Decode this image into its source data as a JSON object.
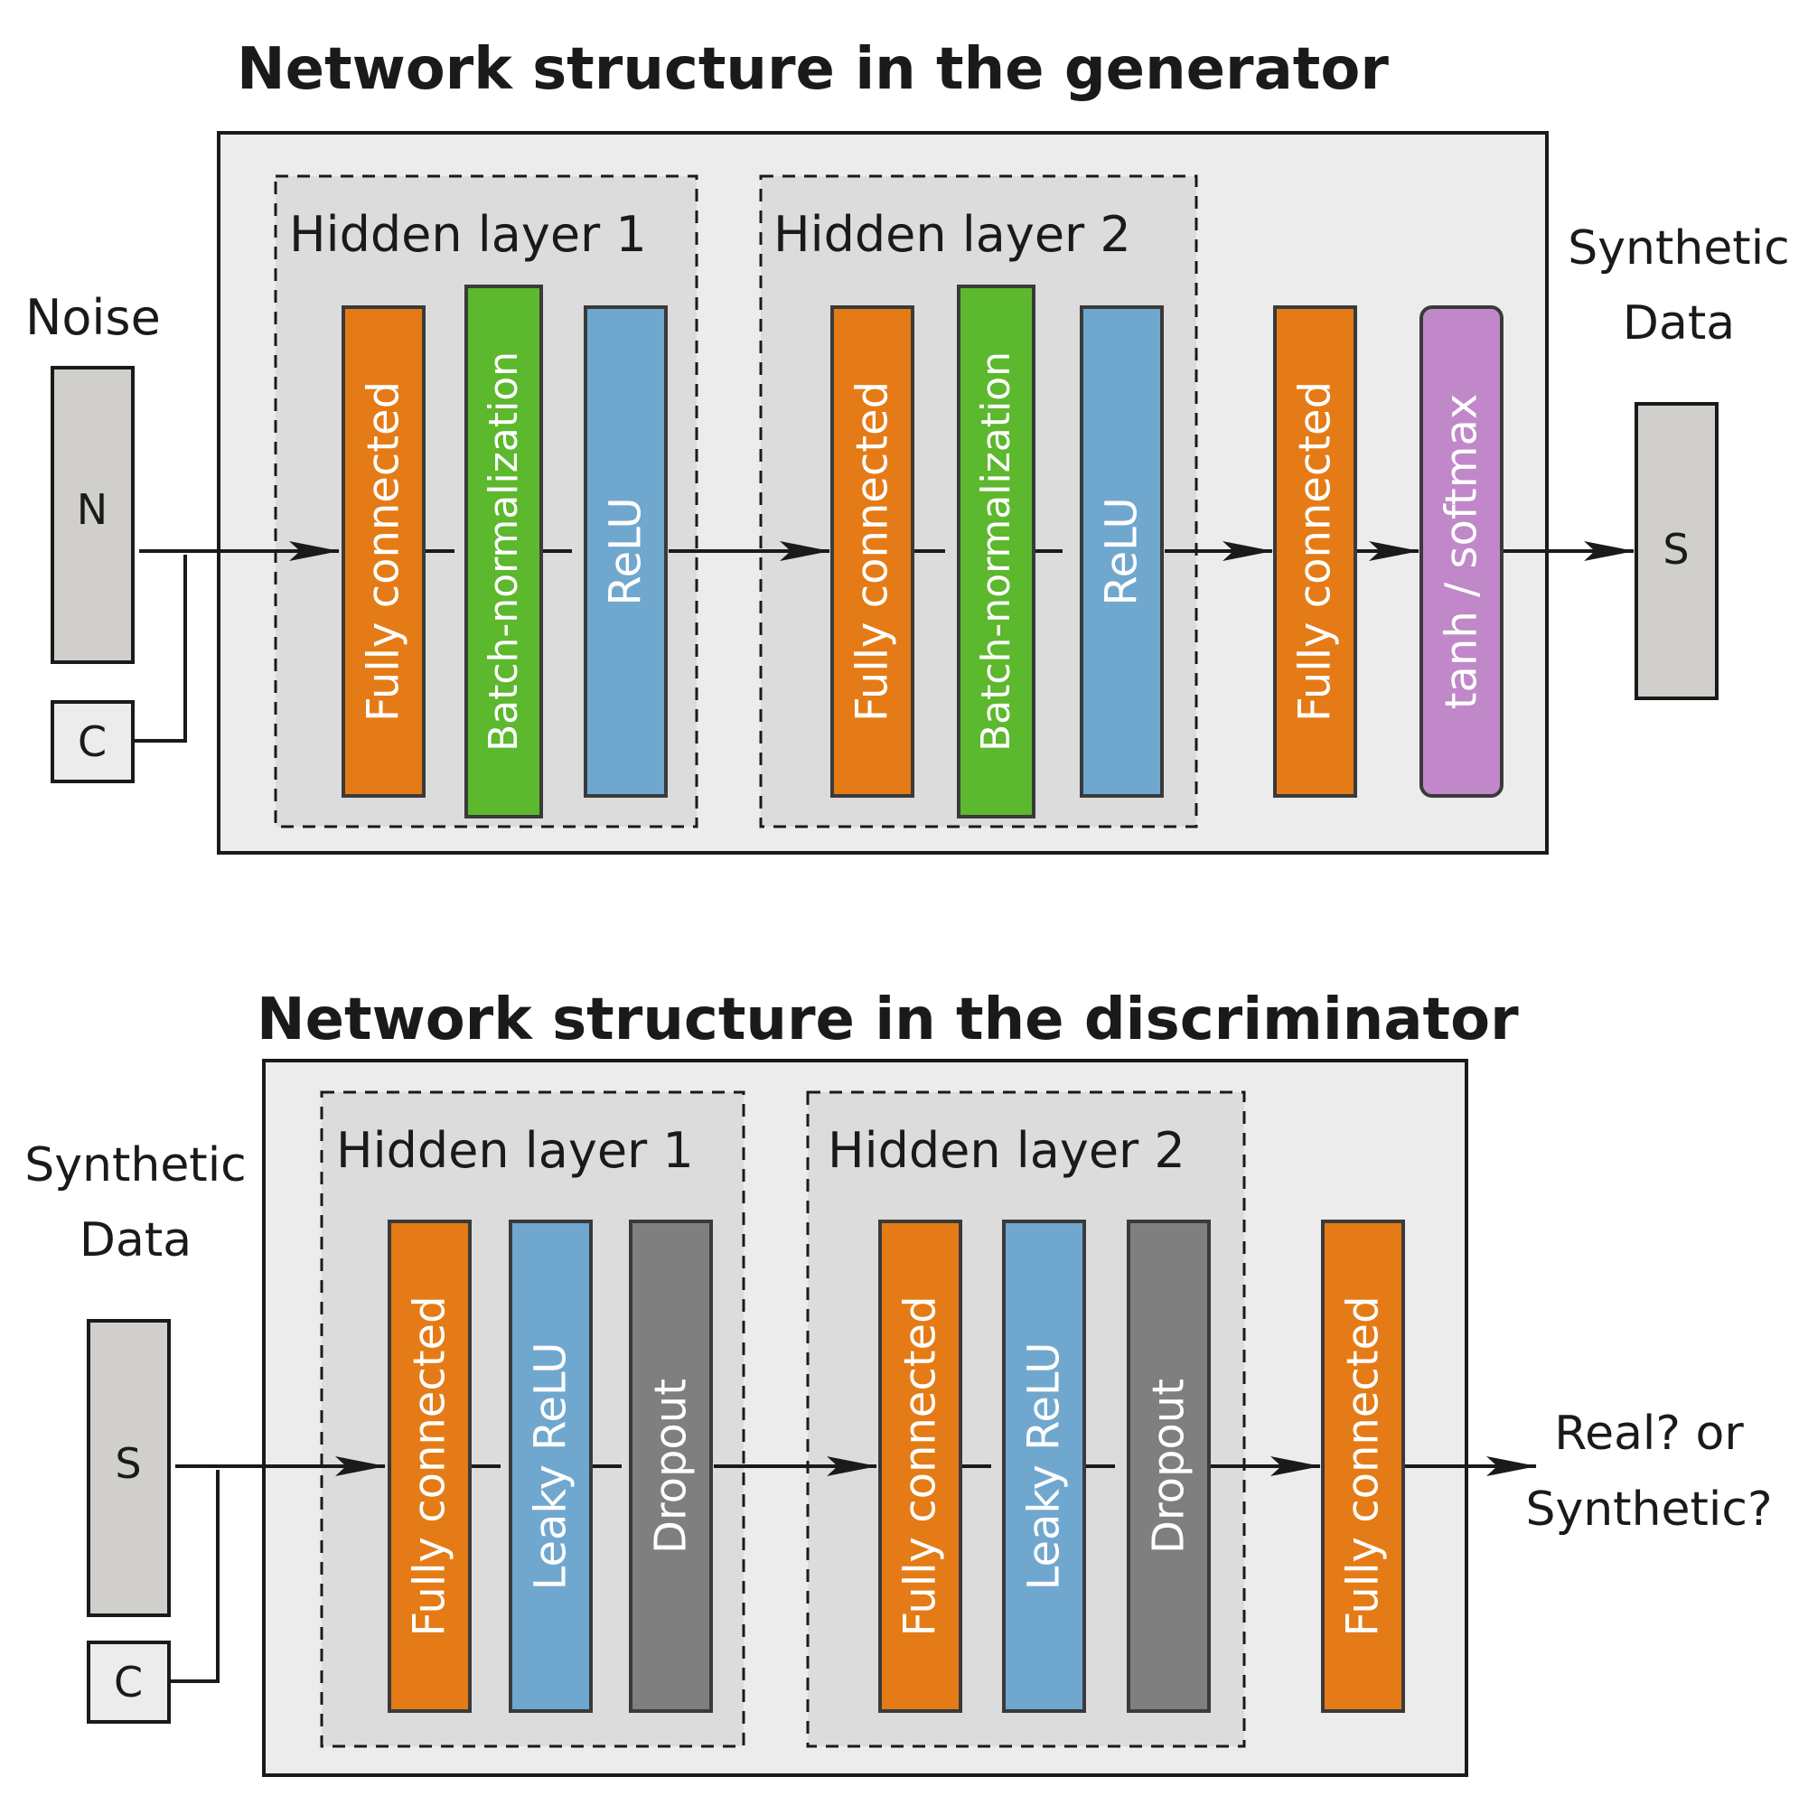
{
  "generator": {
    "title": "Network structure in the generator",
    "input_label": "Noise",
    "input_box": "N",
    "condition_box": "C",
    "hidden1_label": "Hidden layer 1",
    "hidden2_label": "Hidden layer 2",
    "h1_fc": "Fully connected",
    "h1_bn": "Batch-normalization",
    "h1_act": "ReLU",
    "h2_fc": "Fully connected",
    "h2_bn": "Batch-normalization",
    "h2_act": "ReLU",
    "out_fc": "Fully connected",
    "out_act": "tanh / softmax",
    "output_label_line1": "Synthetic",
    "output_label_line2": "Data",
    "output_box": "S"
  },
  "discriminator": {
    "title": "Network structure in the discriminator",
    "input_label_line1": "Synthetic",
    "input_label_line2": "Data",
    "input_box": "S",
    "condition_box": "C",
    "hidden1_label": "Hidden layer 1",
    "hidden2_label": "Hidden layer 2",
    "h1_fc": "Fully connected",
    "h1_act": "Leaky ReLU",
    "h1_drop": "Dropout",
    "h2_fc": "Fully connected",
    "h2_act": "Leaky ReLU",
    "h2_drop": "Dropout",
    "out_fc": "Fully connected",
    "output_label_line1": "Real? or",
    "output_label_line2": "Synthetic?"
  },
  "colors": {
    "fully_connected": "#e57b16",
    "batch_norm": "#5cb82d",
    "relu": "#70a7cf",
    "tanh_softmax": "#c088c8",
    "dropout": "#7f7f7f"
  }
}
